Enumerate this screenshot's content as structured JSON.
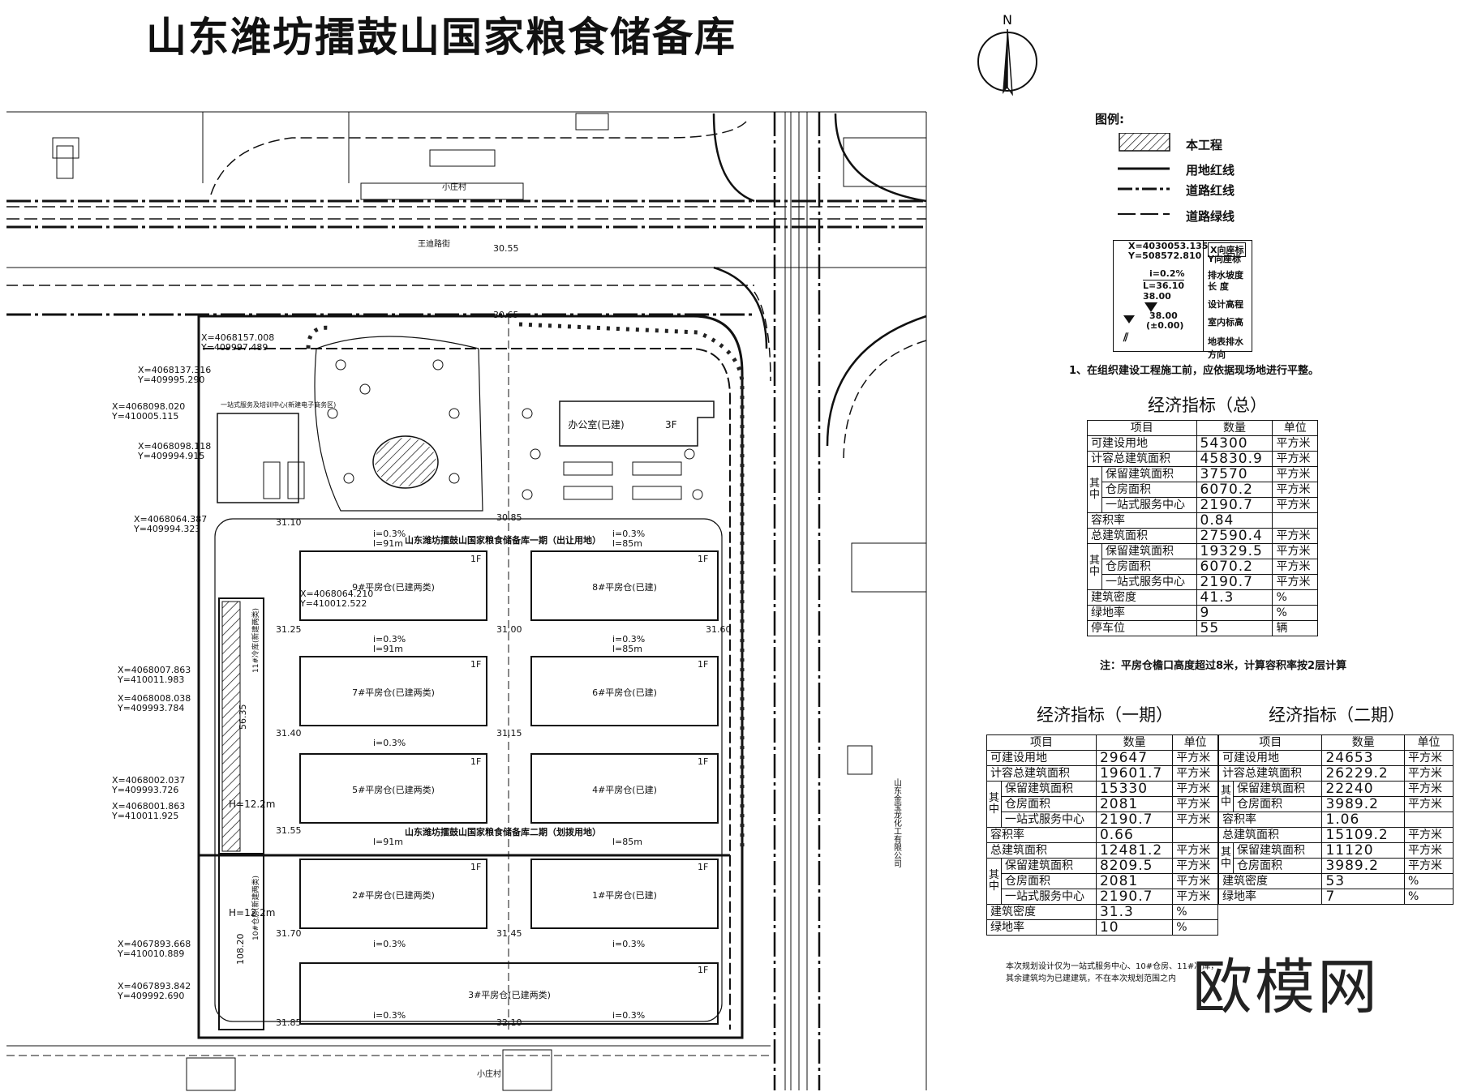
{
  "title": "山东潍坊擂鼓山国家粮食储备库",
  "north_label": "N",
  "legend": {
    "heading": "图例:",
    "items": [
      {
        "label": "本工程",
        "icon": "hatched-area-icon"
      },
      {
        "label": "用地红线",
        "icon": "solid-line-icon"
      },
      {
        "label": "道路红线",
        "icon": "dash-dot-line-icon"
      },
      {
        "label": "道路绿线",
        "icon": "dash-line-icon"
      }
    ],
    "coord_x": "X=4030053.135",
    "coord_y": "Y=508572.810",
    "coord_x_label": "X向座标",
    "coord_y_label": "Y向座标",
    "slope_value": "i=0.2%",
    "slope_label": "排水坡度",
    "length_value": "L=36.10",
    "length_label": "长  度",
    "design_elev_value": "38.00",
    "design_elev_label": "设计高程",
    "indoor_elev_value": "38.00",
    "indoor_elev_sub": "(±0.00)",
    "indoor_elev_label": "室内标高",
    "drainage_label": "地表排水方向"
  },
  "note1": "1、在组织建设工程施工前，应依据现场地进行平整。",
  "table_total": {
    "title": "经济指标（总）",
    "headers": [
      "项目",
      "数量",
      "单位"
    ],
    "rows": [
      [
        "可建设用地",
        "54300",
        "平方米"
      ],
      [
        "计容总建筑面积",
        "45830.9",
        "平方米"
      ],
      [
        "保留建筑面积",
        "37570",
        "平方米"
      ],
      [
        "仓房面积",
        "6070.2",
        "平方米"
      ],
      [
        "一站式服务中心",
        "2190.7",
        "平方米"
      ],
      [
        "容积率",
        "0.84",
        ""
      ],
      [
        "总建筑面积",
        "27590.4",
        "平方米"
      ],
      [
        "保留建筑面积",
        "19329.5",
        "平方米"
      ],
      [
        "仓房面积",
        "6070.2",
        "平方米"
      ],
      [
        "一站式服务中心",
        "2190.7",
        "平方米"
      ],
      [
        "建筑密度",
        "41.3",
        "%"
      ],
      [
        "绿地率",
        "9",
        "%"
      ],
      [
        "停车位",
        "55",
        "辆"
      ]
    ],
    "side_label": "其中",
    "footnote": "注：平房仓檐口高度超过8米，计算容积率按2层计算"
  },
  "table_phase1": {
    "title": "经济指标（一期）",
    "headers": [
      "项目",
      "数量",
      "单位"
    ],
    "rows": [
      [
        "可建设用地",
        "29647",
        "平方米"
      ],
      [
        "计容总建筑面积",
        "19601.7",
        "平方米"
      ],
      [
        "保留建筑面积",
        "15330",
        "平方米"
      ],
      [
        "仓房面积",
        "2081",
        "平方米"
      ],
      [
        "一站式服务中心",
        "2190.7",
        "平方米"
      ],
      [
        "容积率",
        "0.66",
        ""
      ],
      [
        "总建筑面积",
        "12481.2",
        "平方米"
      ],
      [
        "保留建筑面积",
        "8209.5",
        "平方米"
      ],
      [
        "仓房面积",
        "2081",
        "平方米"
      ],
      [
        "一站式服务中心",
        "2190.7",
        "平方米"
      ],
      [
        "建筑密度",
        "31.3",
        "%"
      ],
      [
        "绿地率",
        "10",
        "%"
      ]
    ],
    "side_label": "其中"
  },
  "table_phase2": {
    "title": "经济指标（二期）",
    "headers": [
      "项目",
      "数量",
      "单位"
    ],
    "rows": [
      [
        "可建设用地",
        "24653",
        "平方米"
      ],
      [
        "计容总建筑面积",
        "26229.2",
        "平方米"
      ],
      [
        "保留建筑面积",
        "22240",
        "平方米"
      ],
      [
        "仓房面积",
        "3989.2",
        "平方米"
      ],
      [
        "容积率",
        "1.06",
        ""
      ],
      [
        "总建筑面积",
        "15109.2",
        "平方米"
      ],
      [
        "保留建筑面积",
        "11120",
        "平方米"
      ],
      [
        "仓房面积",
        "3989.2",
        "平方米"
      ],
      [
        "建筑密度",
        "53",
        "%"
      ],
      [
        "绿地率",
        "7",
        "%"
      ]
    ],
    "side_label": "其中"
  },
  "bottom_note_1": "本次规划设计仅为一站式服务中心、10#仓房、11#冷库，",
  "bottom_note_2": "其余建筑均为已建建筑，不在本次规划范围之内",
  "watermark": "欧模网",
  "plan": {
    "warehouses": [
      {
        "label": "9#平房仓(已建两类)",
        "floor": "1F"
      },
      {
        "label": "8#平房仓(已建)",
        "floor": "1F"
      },
      {
        "label": "7#平房仓(已建两类)",
        "floor": "1F"
      },
      {
        "label": "6#平房仓(已建)",
        "floor": "1F"
      },
      {
        "label": "5#平房仓(已建两类)",
        "floor": "1F"
      },
      {
        "label": "4#平房仓(已建)",
        "floor": "1F"
      },
      {
        "label": "2#平房仓(已建两类)",
        "floor": "1F"
      },
      {
        "label": "1#平房仓(已建)",
        "floor": "1F"
      },
      {
        "label": "3#平房仓(已建两类)",
        "floor": "1F"
      }
    ],
    "office": "办公室(已建)",
    "office_floor": "3F",
    "phase1_label": "山东潍坊擂鼓山国家粮食储备库一期（出让用地）",
    "phase2_label": "山东潍坊擂鼓山国家粮食储备库二期（划拨用地）",
    "cold_store": "11#冷库(新建两类)",
    "warehouse10": "10#仓房(新建两类)",
    "service_center": "一站式服务及培训中心(新建电子商务区)",
    "neighbor": "山东金宝龙化工有限公司",
    "village_top": "小庄村",
    "village_bottom": "小庄村",
    "road_name": "王迪路街",
    "h_label": "H=12.2m",
    "h_label2": "H=12.2m",
    "dim_108": "108.20",
    "dim_5635": "56.35",
    "coords": [
      "X=4068157.008",
      "Y=409997.489",
      "X=4068137.316",
      "Y=409995.290",
      "X=4068098.020",
      "Y=410005.115",
      "X=4068098.118",
      "Y=409994.915",
      "X=4068064.387",
      "Y=409994.323",
      "X=4068064.210",
      "Y=410012.522",
      "X=4068007.863",
      "Y=410011.983",
      "X=4068008.038",
      "Y=409993.784",
      "X=4068002.037",
      "Y=409993.726",
      "X=4068001.863",
      "Y=410011.925",
      "X=4067893.668",
      "Y=410010.889",
      "X=4067893.842",
      "Y=409992.690"
    ],
    "elevations": [
      "30.55",
      "30.65",
      "31.10",
      "30.85",
      "31.25",
      "31.00",
      "31.40",
      "31.15",
      "31.55",
      "31.70",
      "31.45",
      "31.85",
      "32.10",
      "31.60"
    ],
    "slopes": [
      "i=0.3%",
      "l=91m",
      "l=85m"
    ]
  }
}
